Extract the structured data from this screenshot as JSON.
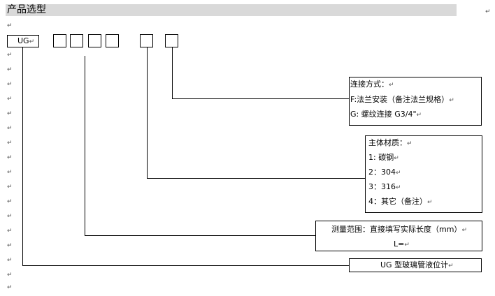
{
  "title": "产品选型",
  "mark": "↵",
  "code_box": {
    "label": "UG"
  },
  "connection": {
    "heading": "连接方式：",
    "items": [
      "F:法兰安装（备注法兰规格）",
      "G: 螺纹连接 G3/4\""
    ]
  },
  "material": {
    "heading": "主体材质：",
    "items": [
      "1: 碳钢",
      "2：304",
      "3：316",
      "4：其它（备注）"
    ]
  },
  "measure": {
    "line1": "测量范围：直接填写实际长度（mm）",
    "line2": "L="
  },
  "product": {
    "label": "UG 型玻璃管液位计"
  }
}
